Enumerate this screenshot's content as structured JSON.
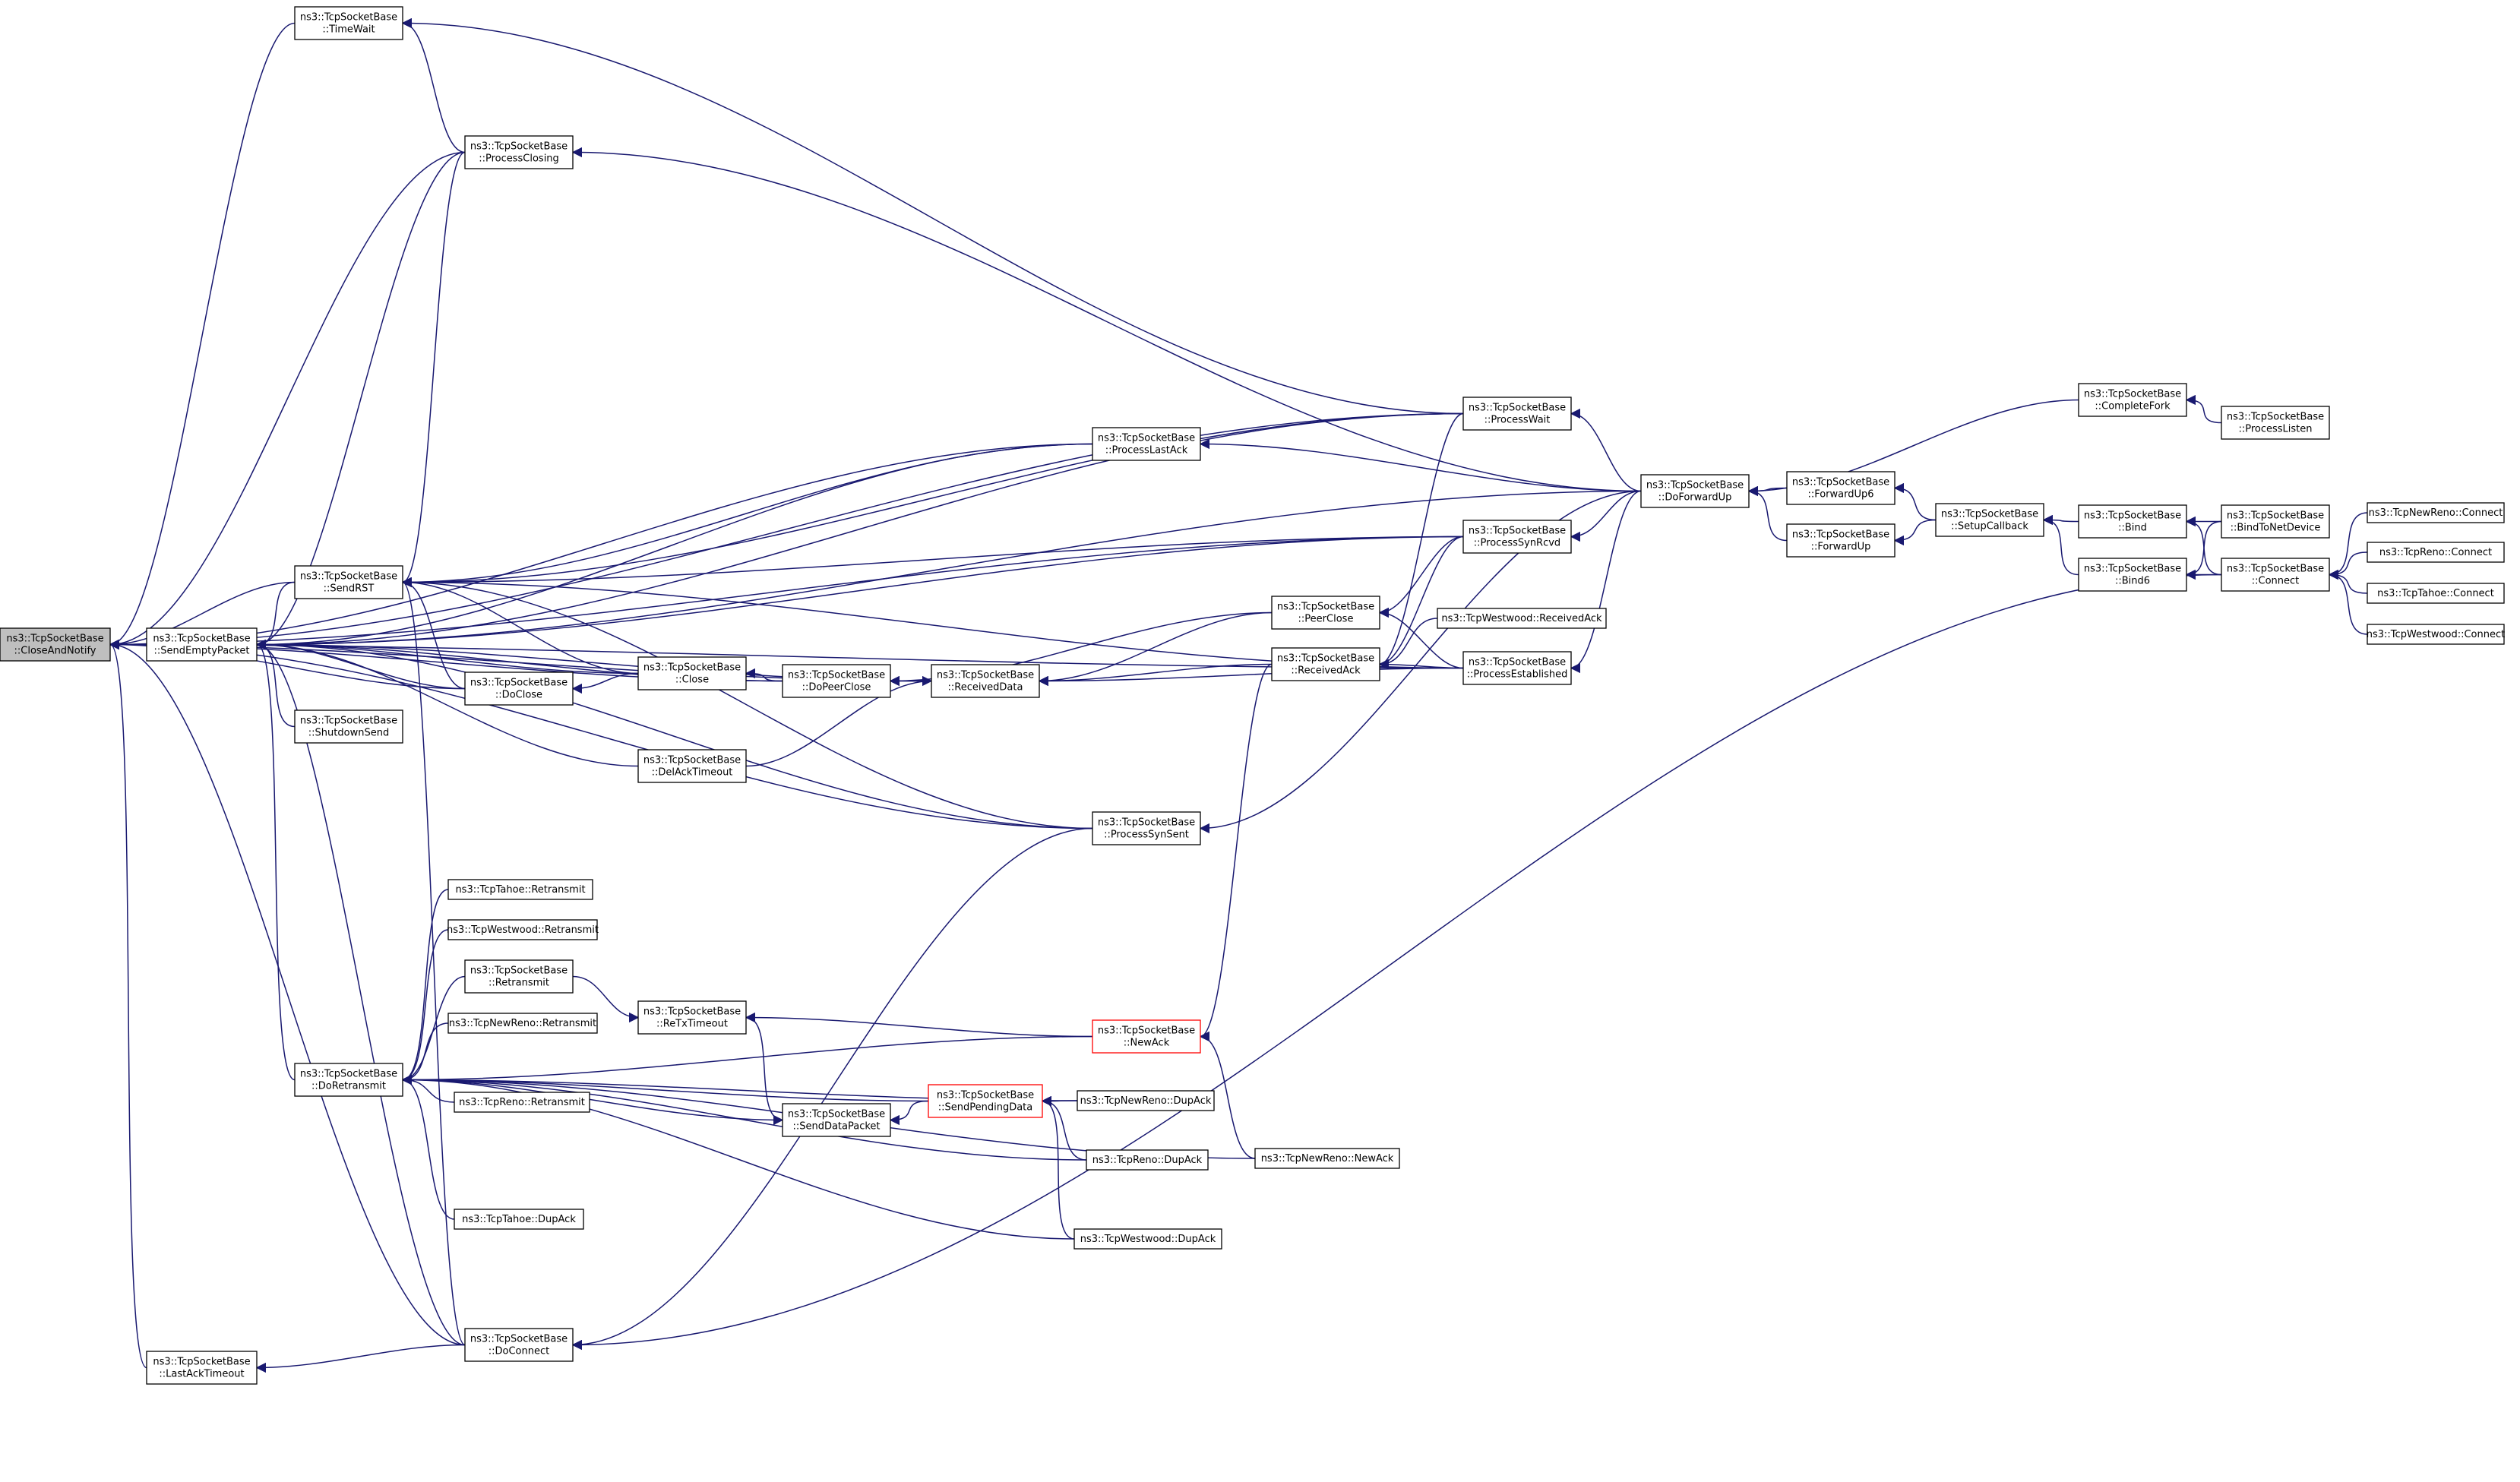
{
  "diagram": {
    "type": "call-graph",
    "edge_color": "#191970",
    "nodes": [
      {
        "id": "n0",
        "lines": [
          "ns3::TcpSocketBase",
          "::CloseAndNotify"
        ],
        "style": "root"
      },
      {
        "id": "n1",
        "lines": [
          "ns3::TcpSocketBase",
          "::SendEmptyPacket"
        ]
      },
      {
        "id": "n2",
        "lines": [
          "ns3::TcpSocketBase",
          "::LastAckTimeout"
        ]
      },
      {
        "id": "n3",
        "lines": [
          "ns3::TcpSocketBase",
          "::TimeWait"
        ]
      },
      {
        "id": "n4",
        "lines": [
          "ns3::TcpSocketBase",
          "::ProcessClosing"
        ]
      },
      {
        "id": "n5",
        "lines": [
          "ns3::TcpSocketBase",
          "::SendRST"
        ]
      },
      {
        "id": "n6",
        "lines": [
          "ns3::TcpSocketBase",
          "::ShutdownSend"
        ]
      },
      {
        "id": "n7",
        "lines": [
          "ns3::TcpSocketBase",
          "::DoClose"
        ]
      },
      {
        "id": "n8",
        "lines": [
          "ns3::TcpSocketBase",
          "::DoRetransmit"
        ]
      },
      {
        "id": "n9",
        "lines": [
          "ns3::TcpSocketBase",
          "::DoConnect"
        ]
      },
      {
        "id": "n10",
        "lines": [
          "ns3::TcpSocketBase",
          "::Close"
        ]
      },
      {
        "id": "n11",
        "lines": [
          "ns3::TcpSocketBase",
          "::DelAckTimeout"
        ]
      },
      {
        "id": "n12",
        "lines": [
          "ns3::TcpTahoe::Retransmit"
        ]
      },
      {
        "id": "n13",
        "lines": [
          "ns3::TcpWestwood::Retransmit"
        ]
      },
      {
        "id": "n14",
        "lines": [
          "ns3::TcpSocketBase",
          "::Retransmit"
        ]
      },
      {
        "id": "n15",
        "lines": [
          "ns3::TcpNewReno::Retransmit"
        ]
      },
      {
        "id": "n16",
        "lines": [
          "ns3::TcpReno::Retransmit"
        ]
      },
      {
        "id": "n17",
        "lines": [
          "ns3::TcpTahoe::DupAck"
        ]
      },
      {
        "id": "n18",
        "lines": [
          "ns3::TcpSocketBase",
          "::ReTxTimeout"
        ]
      },
      {
        "id": "n19",
        "lines": [
          "ns3::TcpSocketBase",
          "::DoPeerClose"
        ]
      },
      {
        "id": "n20",
        "lines": [
          "ns3::TcpSocketBase",
          "::SendDataPacket"
        ]
      },
      {
        "id": "n21",
        "lines": [
          "ns3::TcpSocketBase",
          "::ReceivedData"
        ]
      },
      {
        "id": "n22",
        "lines": [
          "ns3::TcpSocketBase",
          "::SendPendingData"
        ],
        "style": "red"
      },
      {
        "id": "n23",
        "lines": [
          "ns3::TcpSocketBase",
          "::ProcessLastAck"
        ]
      },
      {
        "id": "n24",
        "lines": [
          "ns3::TcpSocketBase",
          "::ProcessSynSent"
        ]
      },
      {
        "id": "n25",
        "lines": [
          "ns3::TcpSocketBase",
          "::NewAck"
        ],
        "style": "red"
      },
      {
        "id": "n26",
        "lines": [
          "ns3::TcpNewReno::DupAck"
        ]
      },
      {
        "id": "n27",
        "lines": [
          "ns3::TcpReno::DupAck"
        ]
      },
      {
        "id": "n28",
        "lines": [
          "ns3::TcpWestwood::DupAck"
        ]
      },
      {
        "id": "n29",
        "lines": [
          "ns3::TcpSocketBase",
          "::PeerClose"
        ]
      },
      {
        "id": "n30",
        "lines": [
          "ns3::TcpSocketBase",
          "::ReceivedAck"
        ]
      },
      {
        "id": "n31",
        "lines": [
          "ns3::TcpNewReno::NewAck"
        ]
      },
      {
        "id": "n32",
        "lines": [
          "ns3::TcpSocketBase",
          "::ProcessWait"
        ]
      },
      {
        "id": "n33",
        "lines": [
          "ns3::TcpSocketBase",
          "::ProcessSynRcvd"
        ]
      },
      {
        "id": "n34",
        "lines": [
          "ns3::TcpWestwood::ReceivedAck"
        ]
      },
      {
        "id": "n35",
        "lines": [
          "ns3::TcpSocketBase",
          "::ProcessEstablished"
        ]
      },
      {
        "id": "n36",
        "lines": [
          "ns3::TcpSocketBase",
          "::DoForwardUp"
        ]
      },
      {
        "id": "n37",
        "lines": [
          "ns3::TcpSocketBase",
          "::ForwardUp6"
        ]
      },
      {
        "id": "n38",
        "lines": [
          "ns3::TcpSocketBase",
          "::ForwardUp"
        ]
      },
      {
        "id": "n39",
        "lines": [
          "ns3::TcpSocketBase",
          "::SetupCallback"
        ]
      },
      {
        "id": "n40",
        "lines": [
          "ns3::TcpSocketBase",
          "::CompleteFork"
        ]
      },
      {
        "id": "n41",
        "lines": [
          "ns3::TcpSocketBase",
          "::ProcessListen"
        ]
      },
      {
        "id": "n42",
        "lines": [
          "ns3::TcpSocketBase",
          "::Bind"
        ]
      },
      {
        "id": "n43",
        "lines": [
          "ns3::TcpSocketBase",
          "::Bind6"
        ]
      },
      {
        "id": "n44",
        "lines": [
          "ns3::TcpSocketBase",
          "::BindToNetDevice"
        ]
      },
      {
        "id": "n45",
        "lines": [
          "ns3::TcpSocketBase",
          "::Connect"
        ]
      },
      {
        "id": "n46",
        "lines": [
          "ns3::TcpNewReno::Connect"
        ]
      },
      {
        "id": "n47",
        "lines": [
          "ns3::TcpReno::Connect"
        ]
      },
      {
        "id": "n48",
        "lines": [
          "ns3::TcpTahoe::Connect"
        ]
      },
      {
        "id": "n49",
        "lines": [
          "ns3::TcpWestwood::Connect"
        ]
      }
    ],
    "edges": [
      [
        "n1",
        "n0"
      ],
      [
        "n2",
        "n0"
      ],
      [
        "n3",
        "n0"
      ],
      [
        "n4",
        "n0"
      ],
      [
        "n5",
        "n0"
      ],
      [
        "n7",
        "n0"
      ],
      [
        "n9",
        "n0"
      ],
      [
        "n19",
        "n0"
      ],
      [
        "n21",
        "n0"
      ],
      [
        "n23",
        "n0"
      ],
      [
        "n24",
        "n0"
      ],
      [
        "n32",
        "n0"
      ],
      [
        "n33",
        "n0"
      ],
      [
        "n35",
        "n0"
      ],
      [
        "n4",
        "n1"
      ],
      [
        "n5",
        "n1"
      ],
      [
        "n6",
        "n1"
      ],
      [
        "n7",
        "n1"
      ],
      [
        "n8",
        "n1"
      ],
      [
        "n9",
        "n1"
      ],
      [
        "n10",
        "n1"
      ],
      [
        "n11",
        "n1"
      ],
      [
        "n19",
        "n1"
      ],
      [
        "n21",
        "n1"
      ],
      [
        "n23",
        "n1"
      ],
      [
        "n24",
        "n1"
      ],
      [
        "n32",
        "n1"
      ],
      [
        "n33",
        "n1"
      ],
      [
        "n36",
        "n1"
      ],
      [
        "n9",
        "n2"
      ],
      [
        "n4",
        "n3"
      ],
      [
        "n32",
        "n3"
      ],
      [
        "n36",
        "n4"
      ],
      [
        "n7",
        "n5"
      ],
      [
        "n10",
        "n5"
      ],
      [
        "n4",
        "n5"
      ],
      [
        "n9",
        "n5"
      ],
      [
        "n23",
        "n5"
      ],
      [
        "n24",
        "n5"
      ],
      [
        "n32",
        "n5"
      ],
      [
        "n33",
        "n5"
      ],
      [
        "n35",
        "n5"
      ],
      [
        "n10",
        "n7"
      ],
      [
        "n12",
        "n8"
      ],
      [
        "n13",
        "n8"
      ],
      [
        "n14",
        "n8"
      ],
      [
        "n15",
        "n8"
      ],
      [
        "n16",
        "n8"
      ],
      [
        "n17",
        "n8"
      ],
      [
        "n20",
        "n8"
      ],
      [
        "n22",
        "n8"
      ],
      [
        "n25",
        "n8"
      ],
      [
        "n26",
        "n8"
      ],
      [
        "n27",
        "n8"
      ],
      [
        "n28",
        "n8"
      ],
      [
        "n31",
        "n8"
      ],
      [
        "n24",
        "n9"
      ],
      [
        "n45",
        "n9"
      ],
      [
        "n19",
        "n10"
      ],
      [
        "n14",
        "n18"
      ],
      [
        "n25",
        "n18"
      ],
      [
        "n18",
        "n20"
      ],
      [
        "n22",
        "n20"
      ],
      [
        "n21",
        "n19"
      ],
      [
        "n29",
        "n19"
      ],
      [
        "n11",
        "n21"
      ],
      [
        "n29",
        "n21"
      ],
      [
        "n30",
        "n21"
      ],
      [
        "n35",
        "n21"
      ],
      [
        "n26",
        "n22"
      ],
      [
        "n27",
        "n22"
      ],
      [
        "n28",
        "n22"
      ],
      [
        "n36",
        "n23"
      ],
      [
        "n36",
        "n24"
      ],
      [
        "n30",
        "n25"
      ],
      [
        "n31",
        "n25"
      ],
      [
        "n33",
        "n29"
      ],
      [
        "n35",
        "n29"
      ],
      [
        "n32",
        "n30"
      ],
      [
        "n33",
        "n30"
      ],
      [
        "n34",
        "n30"
      ],
      [
        "n35",
        "n30"
      ],
      [
        "n36",
        "n32"
      ],
      [
        "n36",
        "n33"
      ],
      [
        "n36",
        "n35"
      ],
      [
        "n37",
        "n36"
      ],
      [
        "n38",
        "n36"
      ],
      [
        "n40",
        "n36"
      ],
      [
        "n39",
        "n37"
      ],
      [
        "n39",
        "n38"
      ],
      [
        "n41",
        "n40"
      ],
      [
        "n42",
        "n39"
      ],
      [
        "n43",
        "n39"
      ],
      [
        "n44",
        "n42"
      ],
      [
        "n45",
        "n42"
      ],
      [
        "n44",
        "n43"
      ],
      [
        "n45",
        "n43"
      ],
      [
        "n46",
        "n45"
      ],
      [
        "n47",
        "n45"
      ],
      [
        "n48",
        "n45"
      ],
      [
        "n49",
        "n45"
      ]
    ]
  }
}
